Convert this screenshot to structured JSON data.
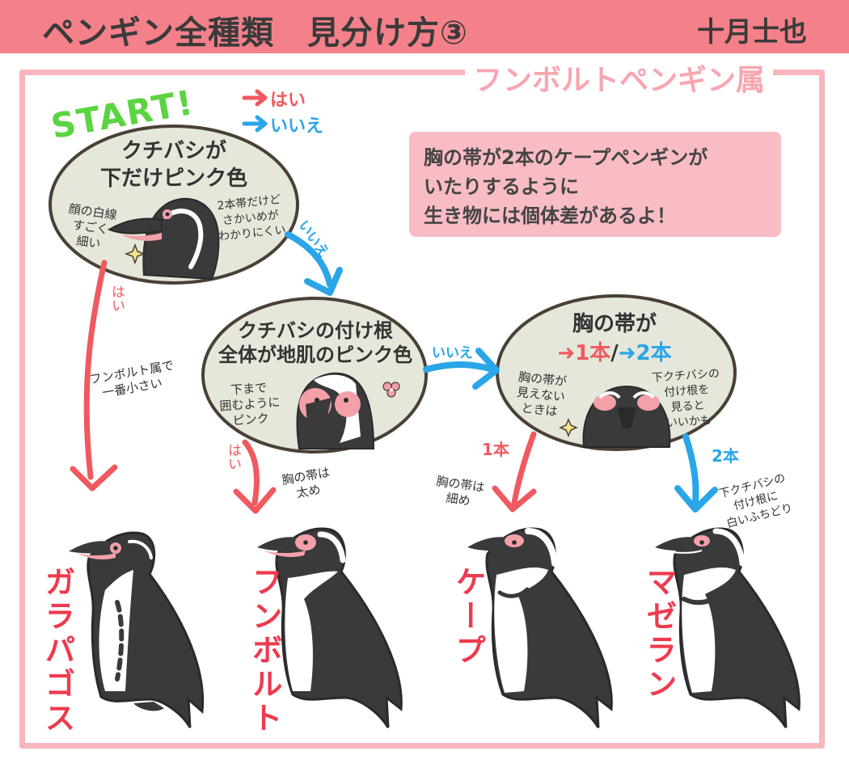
{
  "header": {
    "title": "ペンギン全種類　見分け方③",
    "author": "十月士也"
  },
  "genus_title": "フンボルトペンギン属",
  "legend": {
    "yes": "はい",
    "no": "いいえ"
  },
  "start_label": "START!",
  "note": {
    "lines": [
      "胸の帯が2本のケープペンギンが",
      "いたりするように",
      "生き物には個体差があるよ！"
    ]
  },
  "questions": {
    "q1": {
      "lines": [
        "クチバシが",
        "下だけピンク色"
      ],
      "left_note": [
        "顔の白線",
        "すごく",
        "細い"
      ],
      "right_note": [
        "2本帯だけど",
        "さかいめが",
        "わかりにくい"
      ]
    },
    "q2": {
      "lines": [
        "クチバシの付け根",
        "全体が地肌のピンク色"
      ],
      "left_note": [
        "下まで",
        "囲むように",
        "ピンク"
      ]
    },
    "q3": {
      "line1": "胸の帯が",
      "option_one": "1本",
      "slash": "/",
      "option_two": "2本",
      "left_note": [
        "胸の帯が",
        "見えない",
        "ときは"
      ],
      "right_note": [
        "下クチバシの",
        "付け根を",
        "見ると",
        "いいかも"
      ]
    }
  },
  "branches": {
    "q1_yes": "はい",
    "q1_no": "いいえ",
    "q2_yes": "はい",
    "q2_no": "いいえ",
    "q3_one": "1本",
    "q3_two": "2本"
  },
  "side_notes": {
    "galapagos": [
      "フンボルト属で",
      "一番小さい"
    ],
    "humboldt": [
      "胸の帯は",
      "太め"
    ],
    "cape": [
      "胸の帯は",
      "細め"
    ],
    "magellan": [
      "下クチバシの",
      "付け根に",
      "白いふちどり"
    ]
  },
  "species": {
    "galapagos": "ガラパゴス",
    "humboldt": "フンボルト",
    "cape": "ケープ",
    "magellan": "マゼラン"
  },
  "colors": {
    "header_bg": "#f4808a",
    "frame": "#f7b6bd",
    "yes_arrow": "#f0595f",
    "no_arrow": "#2aa6e8",
    "start": "#5bd442",
    "species_text": "#ee3a4e",
    "bubble_fill": "#e4e7da",
    "penguin_black": "#3a3a3a",
    "beak_pink": "#f3a0a8"
  },
  "icons": [
    "sparkle-icon",
    "flower-icon",
    "arrow-right-icon"
  ]
}
